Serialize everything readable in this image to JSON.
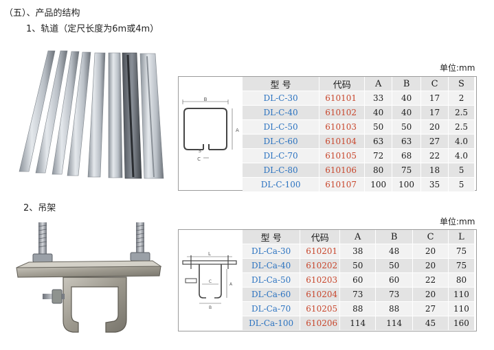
{
  "headings": {
    "section": "（五）、产品的结构",
    "track": "1、轨道（定尺长度为6m或4m）",
    "hanger": "2、吊架"
  },
  "unit_label": "单位:mm",
  "track_table": {
    "headers": [
      "型 号",
      "代码",
      "A",
      "B",
      "C",
      "S"
    ],
    "rows": [
      [
        "DL-C-30",
        "610101",
        "33",
        "40",
        "17",
        "2"
      ],
      [
        "DL-C-40",
        "610102",
        "40",
        "40",
        "17",
        "2.5"
      ],
      [
        "DL-C-50",
        "610103",
        "50",
        "50",
        "20",
        "2.5"
      ],
      [
        "DL-C-60",
        "610104",
        "63",
        "63",
        "27",
        "4.0"
      ],
      [
        "DL-C-70",
        "610105",
        "72",
        "68",
        "22",
        "4.0"
      ],
      [
        "DL-C-80",
        "610106",
        "80",
        "75",
        "18",
        "5"
      ],
      [
        "DL-C-100",
        "610107",
        "100",
        "100",
        "35",
        "5"
      ]
    ]
  },
  "hanger_table": {
    "headers": [
      "型 号",
      "代码",
      "A",
      "B",
      "C",
      "L"
    ],
    "rows": [
      [
        "DL-Ca-30",
        "610201",
        "38",
        "48",
        "20",
        "75"
      ],
      [
        "DL-Ca-40",
        "610202",
        "50",
        "50",
        "20",
        "75"
      ],
      [
        "DL-Ca-50",
        "610203",
        "60",
        "60",
        "22",
        "80"
      ],
      [
        "DL-Ca-60",
        "610204",
        "73",
        "73",
        "20",
        "110"
      ],
      [
        "DL-Ca-70",
        "610205",
        "88",
        "88",
        "27",
        "110"
      ],
      [
        "DL-Ca-100",
        "610206",
        "114",
        "114",
        "45",
        "160"
      ]
    ]
  },
  "diagram_labels": {
    "track": {
      "b": "B",
      "a": "A",
      "s": "S",
      "c": "C"
    },
    "hanger": {
      "l": "L",
      "c": "C",
      "b": "B",
      "a": "A"
    }
  },
  "colors": {
    "model": "#2a72c0",
    "code": "#c8462c",
    "row_dark": "#e3e3e3",
    "row_light": "#f2f2f2"
  }
}
